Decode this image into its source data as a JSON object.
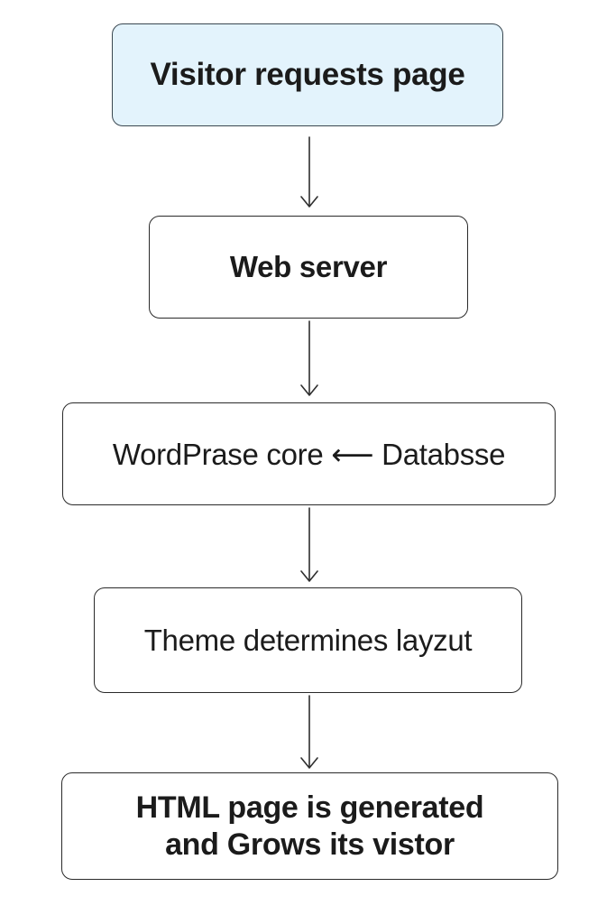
{
  "nodes": [
    {
      "label": "Visitor requests page"
    },
    {
      "label": "Web server"
    },
    {
      "label": "WordPrase core ⟵ Databsse"
    },
    {
      "label": "Theme determines layzut"
    },
    {
      "lines": [
        "HTML page is generated",
        "and Grows its vistor"
      ]
    }
  ],
  "colors": {
    "start_fill": "#e3f3fc",
    "border": "#2a2a2a",
    "text": "#1b1b1b"
  }
}
